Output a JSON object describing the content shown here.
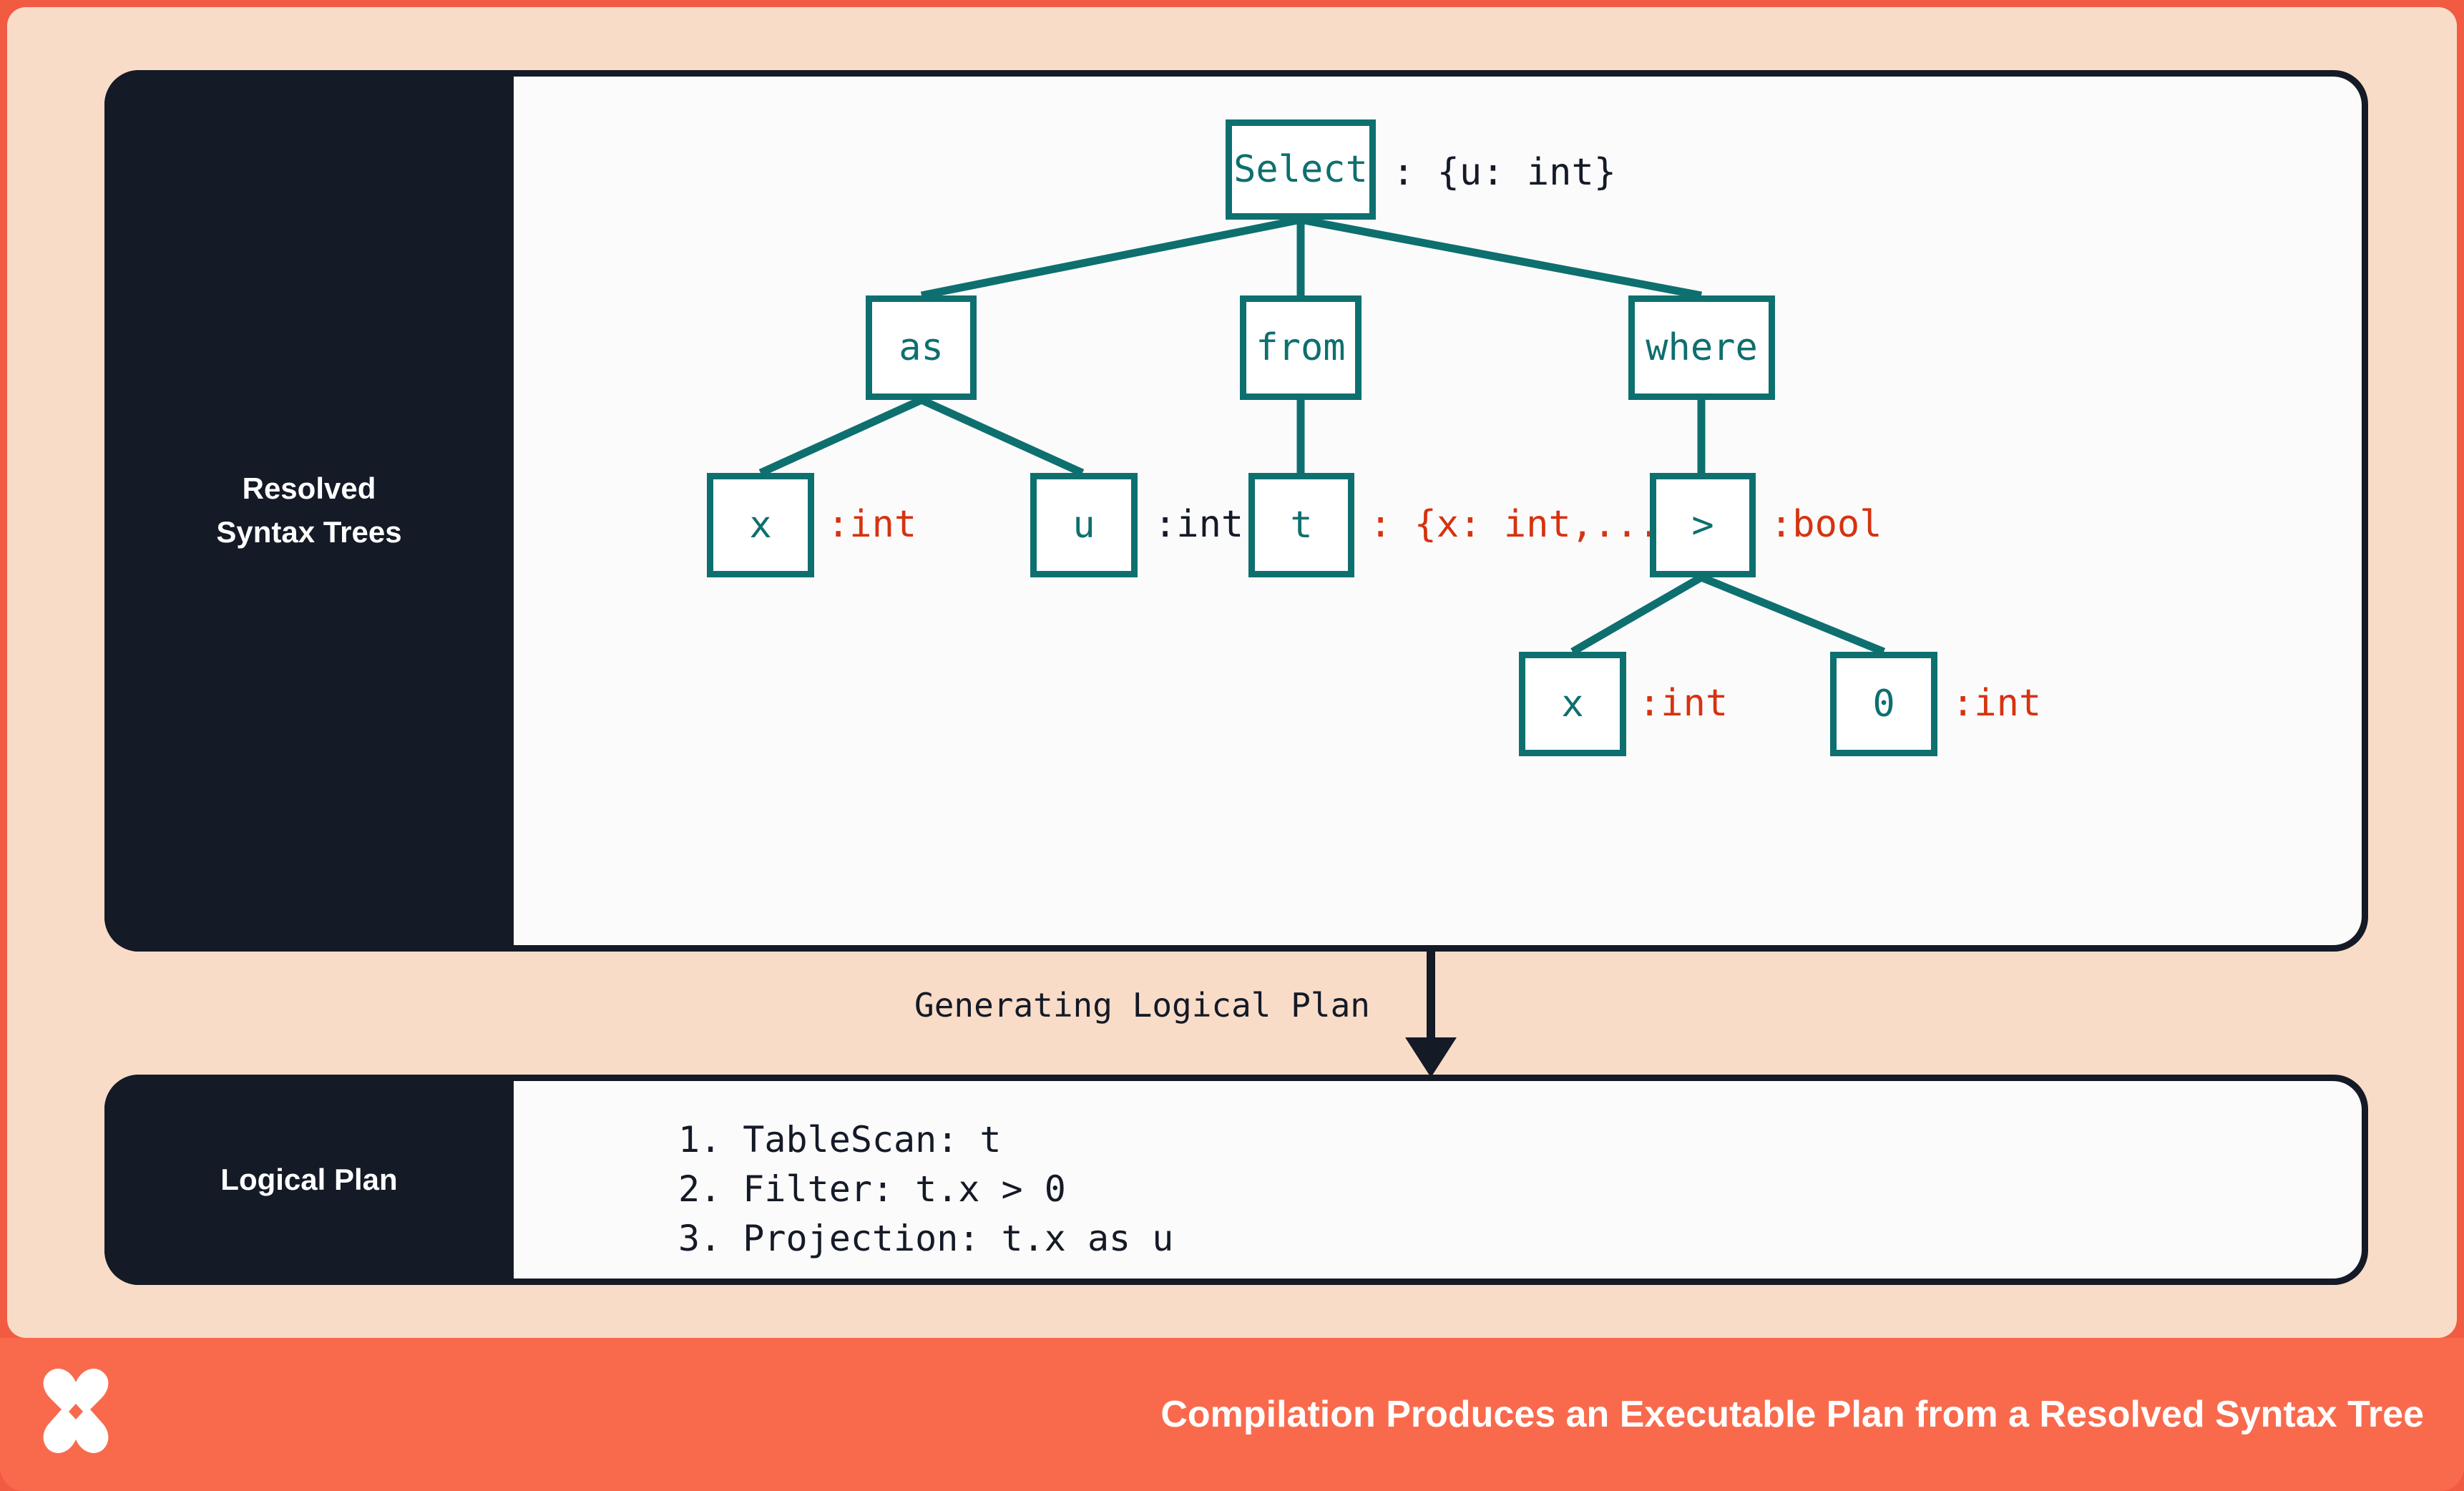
{
  "theme": {
    "border": "#F15B42",
    "background": "#F9DCC8",
    "panel_dark": "#141A26",
    "panel_light": "#FBFBFC",
    "node_accent": "#0E6F6F",
    "type_error": "#D6330F",
    "footer": "#F96A4D"
  },
  "sections": {
    "tree": {
      "rail_label": "Resolved\nSyntax Trees"
    },
    "plan": {
      "rail_label": "Logical Plan"
    }
  },
  "transition": {
    "label": "Generating Logical Plan",
    "arrow_icon": "arrow-down-icon"
  },
  "tree": {
    "nodes": [
      {
        "id": "select",
        "label": "Select",
        "annotation": ": {u: int}",
        "annotation_color": "dark"
      },
      {
        "id": "as",
        "label": "as",
        "annotation": "",
        "annotation_color": "dark"
      },
      {
        "id": "from",
        "label": "from",
        "annotation": "",
        "annotation_color": "dark"
      },
      {
        "id": "where",
        "label": "where",
        "annotation": "",
        "annotation_color": "dark"
      },
      {
        "id": "as-x",
        "label": "x",
        "annotation": ":int",
        "annotation_color": "red"
      },
      {
        "id": "as-u",
        "label": "u",
        "annotation": ":int",
        "annotation_color": "dark"
      },
      {
        "id": "from-t",
        "label": "t",
        "annotation": ": {x: int,...}",
        "annotation_color": "red"
      },
      {
        "id": "gt",
        "label": ">",
        "annotation": ":bool",
        "annotation_color": "red"
      },
      {
        "id": "gt-x",
        "label": "x",
        "annotation": ":int",
        "annotation_color": "red"
      },
      {
        "id": "gt-0",
        "label": "0",
        "annotation": ":int",
        "annotation_color": "red"
      }
    ],
    "edges": [
      [
        "select",
        "as"
      ],
      [
        "select",
        "from"
      ],
      [
        "select",
        "where"
      ],
      [
        "as",
        "as-x"
      ],
      [
        "as",
        "as-u"
      ],
      [
        "from",
        "from-t"
      ],
      [
        "where",
        "gt"
      ],
      [
        "gt",
        "gt-x"
      ],
      [
        "gt",
        "gt-0"
      ]
    ]
  },
  "plan": {
    "steps": [
      "1. TableScan: t",
      "2. Filter: t.x > 0",
      "3. Projection: t.x as u"
    ]
  },
  "footer": {
    "logo_icon": "x-star-logo",
    "caption": "Compilation Produces an Executable Plan from a Resolved Syntax Tree"
  }
}
